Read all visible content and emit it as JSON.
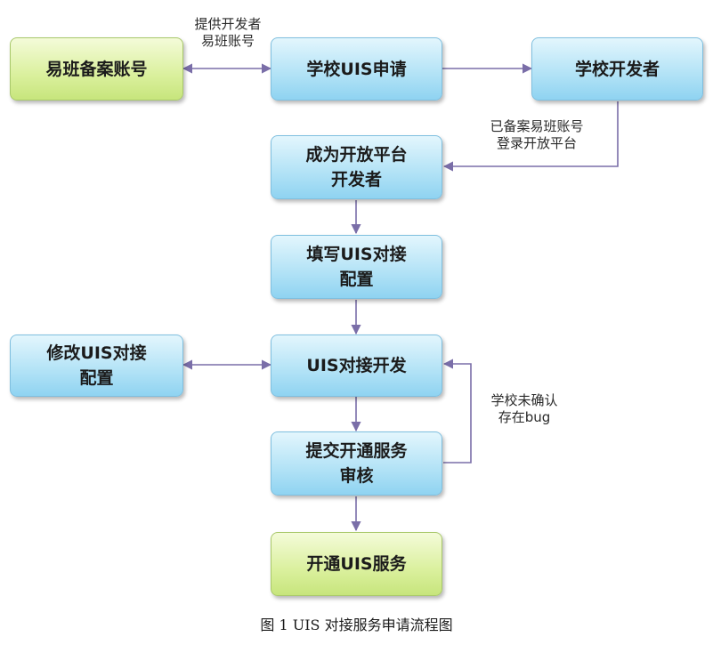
{
  "nodes": {
    "yiban_account": "易班备案账号",
    "school_apply": "学校UIS申请",
    "school_dev": "学校开发者",
    "become_dev_1": "成为开放平台",
    "become_dev_2": "开发者",
    "fill_config_1": "填写UIS对接",
    "fill_config_2": "配置",
    "modify_config_1": "修改UIS对接",
    "modify_config_2": "配置",
    "uis_dev": "UIS对接开发",
    "submit_1": "提交开通服务",
    "submit_2": "审核",
    "open_service": "开通UIS服务"
  },
  "edge_labels": {
    "provide_1": "提供开发者",
    "provide_2": "易班账号",
    "login_1": "已备案易班账号",
    "login_2": "登录开放平台",
    "unconfirmed_1": "学校未确认",
    "unconfirmed_2": "存在bug"
  },
  "caption": "图 1 UIS 对接服务申请流程图",
  "colors": {
    "node_blue": "#b1e2f6",
    "node_green": "#daf09d",
    "arrow": "#7a6ea8"
  }
}
